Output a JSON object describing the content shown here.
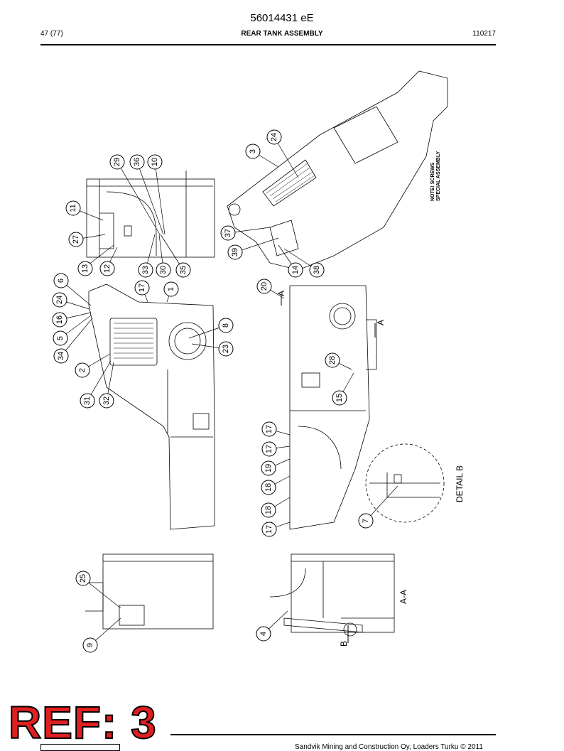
{
  "header": {
    "doc_number": "56014431 eE",
    "page_count": "47 (77)",
    "title": "REAR TANK ASSEMBLY",
    "date_code": "110217"
  },
  "drawing": {
    "notes": [
      "NOTE! SCREWS",
      "SPECIAL ASSEMBLY"
    ],
    "section_labels": {
      "section_a_left": "A",
      "section_a_right": "A",
      "section_aa": "A-A",
      "detail_b": "DETAIL B",
      "detail_marker": "B"
    },
    "callouts": [
      "24",
      "3",
      "29",
      "36",
      "10",
      "11",
      "27",
      "13",
      "12",
      "33",
      "30",
      "35",
      "37",
      "39",
      "14",
      "38",
      "6",
      "24",
      "16",
      "5",
      "34",
      "2",
      "31",
      "32",
      "17",
      "1",
      "8",
      "23",
      "20",
      "28",
      "15",
      "17",
      "17",
      "19",
      "18",
      "18",
      "17",
      "7",
      "25",
      "9",
      "4"
    ]
  },
  "stamp": {
    "text": "REF: 3"
  },
  "footer": {
    "text": "Sandvik Mining and Construction Oy, Loaders Turku © 2011"
  }
}
